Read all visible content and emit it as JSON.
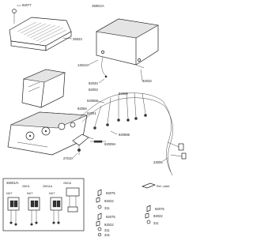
{
  "diagram": {
    "group_code": "25001/A",
    "parts": {
      "p92077": "92077",
      "p25023": "25023",
      "p14024a": "14024A",
      "p92033": "92033",
      "p92003": "92003",
      "p92033b": "92033",
      "p92009": "92009",
      "p920656": "920656",
      "p92059": "92059",
      "p92001": "92001",
      "p920686": "920686",
      "p92009a": "92009A",
      "p27010": "27010",
      "p23008": "23008",
      "p92075": "92075",
      "p92022": "92022",
      "p311": "311",
      "p92075b": "92075",
      "p92022b": "92022",
      "p311b": "311",
      "p92075c": "92075",
      "p92022c": "92022",
      "p311c": "311",
      "p341": "341"
    },
    "inset": {
      "title": "25001/A",
      "cols": [
        "25011",
        "25011A",
        "25015"
      ],
      "nut_labels": [
        "NUT",
        "NUT",
        "NUT"
      ]
    },
    "ref_label": "Ref. Label"
  }
}
